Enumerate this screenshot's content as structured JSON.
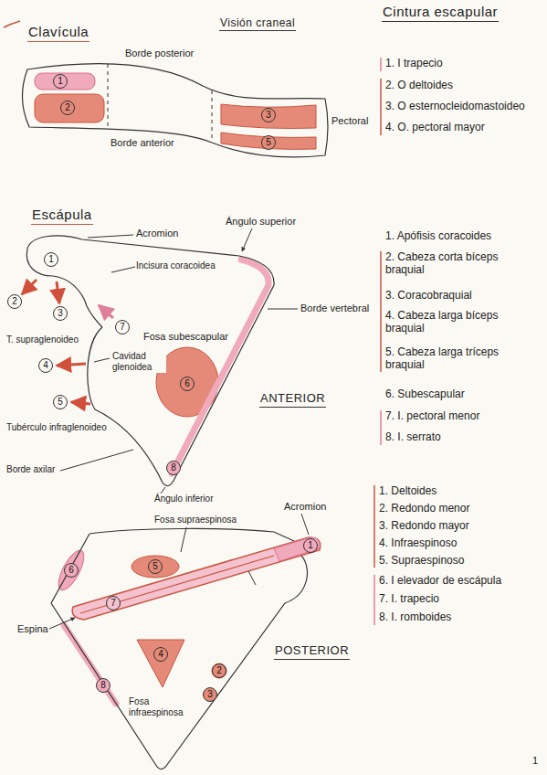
{
  "diagram": {
    "title": "Cintura escapular",
    "nodes": [
      {
        "text": [
          "1"
        ]
      },
      {
        "text": [
          "2"
        ]
      },
      {
        "text": [
          "3"
        ]
      },
      {
        "text": [
          "5"
        ]
      },
      {
        "text": [
          "1"
        ]
      },
      {
        "text": [
          "2"
        ]
      },
      {
        "text": [
          "3"
        ]
      },
      {
        "text": [
          "7"
        ]
      },
      {
        "text": [
          "4"
        ]
      },
      {
        "text": [
          "5"
        ]
      },
      {
        "text": [
          "6"
        ]
      },
      {
        "text": [
          "8"
        ]
      },
      {
        "text": [
          "1"
        ]
      },
      {
        "text": [
          "6"
        ]
      },
      {
        "text": [
          "5"
        ]
      },
      {
        "text": [
          "7"
        ]
      },
      {
        "text": [
          "4"
        ]
      },
      {
        "text": [
          "8"
        ]
      },
      {
        "text": [
          "2"
        ]
      },
      {
        "text": [
          "3"
        ]
      }
    ],
    "labels": [
      "Clavícula",
      "Visión craneal",
      "Borde posterior",
      "Borde anterior",
      "Pectoral",
      "1. I trapecio",
      "2. O deltoides",
      "3. O esternocleidomastoideo",
      "4. O. pectoral mayor",
      "Escápula",
      "Acromion",
      "Ángulo superior",
      "Incisura coracoidea",
      "Fosa subescapular",
      "Borde vertebral",
      "T. supraglenoideo",
      "Cavidad glenoidea",
      "Tubérculo infraglenoideo",
      "Borde axilar",
      "Ángulo inferior",
      "ANTERIOR",
      "1. Apófisis coracoides",
      "2. Cabeza corta bíceps braquial",
      "3. Coracobraquial",
      "4. Cabeza larga bíceps braquial",
      "5. Cabeza larga tríceps braquial",
      "6. Subescapular",
      "7. I. pectoral menor",
      "8. I. serrato",
      "Fosa supraespinosa",
      "Acromion",
      "Espina",
      "Fosa infraespinosa",
      "POSTERIOR",
      "1. Deltoides",
      "2. Redondo menor",
      "3. Redondo mayor",
      "4. Infraespinoso",
      "5. Supraespinoso",
      "6. I elevador de escápula",
      "7. I. trapecio",
      "8. I. romboides",
      "1"
    ]
  }
}
